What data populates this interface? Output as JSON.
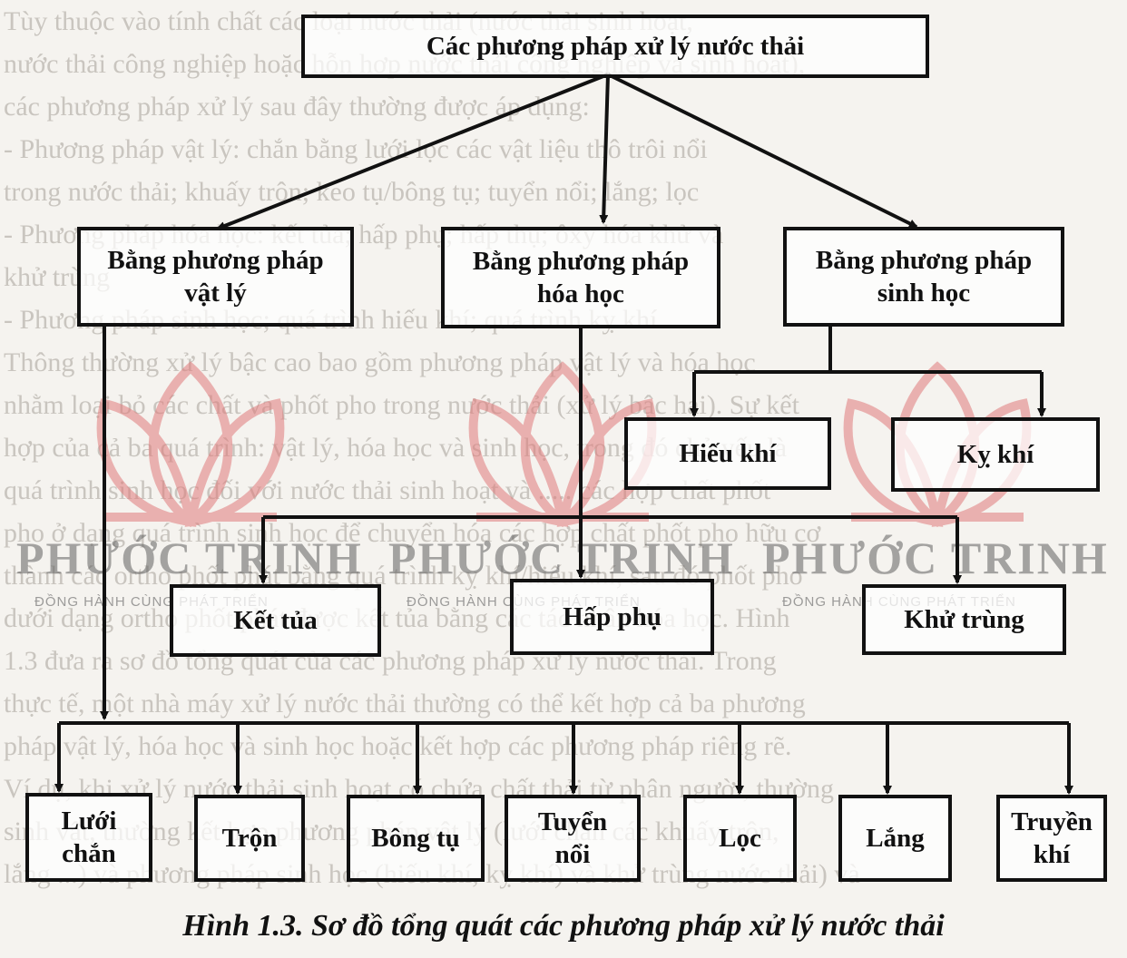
{
  "background_text": [
    "Tùy thuộc vào tính chất các loại nước thải (nước thải sinh hoạt,",
    "nước thải công nghiệp hoặc hỗn hợp nước thải công nghiệp và sinh hoạt),",
    "các phương pháp xử lý sau đây thường được áp dụng:",
    "- Phương pháp vật lý: chắn bằng lưới lọc các vật liệu thô trôi nổi",
    "  trong nước thải; khuấy trộn; keo tụ/bông tụ; tuyển nổi; lắng; lọc",
    "- Phương pháp hóa học: kết tủa; hấp phụ; hấp thụ; ôxy hóa khử và",
    "  khử trùng",
    "- Phương pháp sinh học; quá trình hiếu khí; quá trình kỵ khí",
    "  Thông thường xử lý bậc cao bao gồm phương pháp vật lý và hóa học",
    "nhằm loại bỏ các chất và phốt pho trong nước thải (xử lý bậc hai). Sự kết",
    "hợp của cả ba quá trình: vật lý, hóa học và sinh học, trong đó chủ yếu là",
    "quá trình sinh học đối với nước thải sinh hoạt và ..... các hợp chất phốt",
    "pho ở dạng quá trình sinh học để chuyển hóa các hợp chất phốt pho hữu cơ",
    "thành các ortho phốt phát bằng quá trình kỵ khí/hiếu khí, sau đó phốt pho",
    "dưới dạng ortho phốt phát được kết tủa bằng các tác nhân hóa học. Hình",
    "1.3 đưa ra sơ đồ tổng quát của các phương pháp xử lý nước thải. Trong",
    "thực tế, một nhà máy xử lý nước thải thường có thể kết hợp cả ba phương",
    "pháp vật lý, hóa học và sinh học hoặc kết hợp các phương pháp riêng rẽ.",
    "  Ví dụ, khi xử lý nước thải sinh hoạt có chứa chất thải từ phân người, thường",
    "sinh vật, thường kết hợp phương pháp vật lý (lưới chắn các khuấy trộn,",
    "lắng ...) và phương pháp sinh học (hiếu khí, kỵ khí) và khử trùng nước thải) và"
  ],
  "watermark": {
    "brand": "PHƯỚC TRINH",
    "slogan": "ĐỒNG HÀNH CÙNG PHÁT TRIỂN",
    "flower_color": "#e07b7b",
    "text_color": "#5f5f5f"
  },
  "diagram": {
    "root": "Các phương pháp xử lý nước thải",
    "physical": "Bằng phương pháp\nvật lý",
    "chemical": "Bằng phương pháp\nhóa học",
    "biological": "Bằng phương pháp\nsinh học",
    "aerobic": "Hiếu khí",
    "anaerobic": "Kỵ khí",
    "precipitation": "Kết tủa",
    "adsorption": "Hấp phụ",
    "disinfection": "Khử trùng",
    "screening": "Lưới\nchắn",
    "mixing": "Trộn",
    "flocculation": "Bông tụ",
    "flotation": "Tuyển\nnổi",
    "filtration": "Lọc",
    "sedimentation": "Lắng",
    "aeration": "Truyền\nkhí"
  },
  "caption": "Hình 1.3. Sơ đồ tổng quát các phương pháp xử lý nước thải",
  "colors": {
    "line": "#111111",
    "box_border": "#111111",
    "page": "#f5f3ef"
  }
}
